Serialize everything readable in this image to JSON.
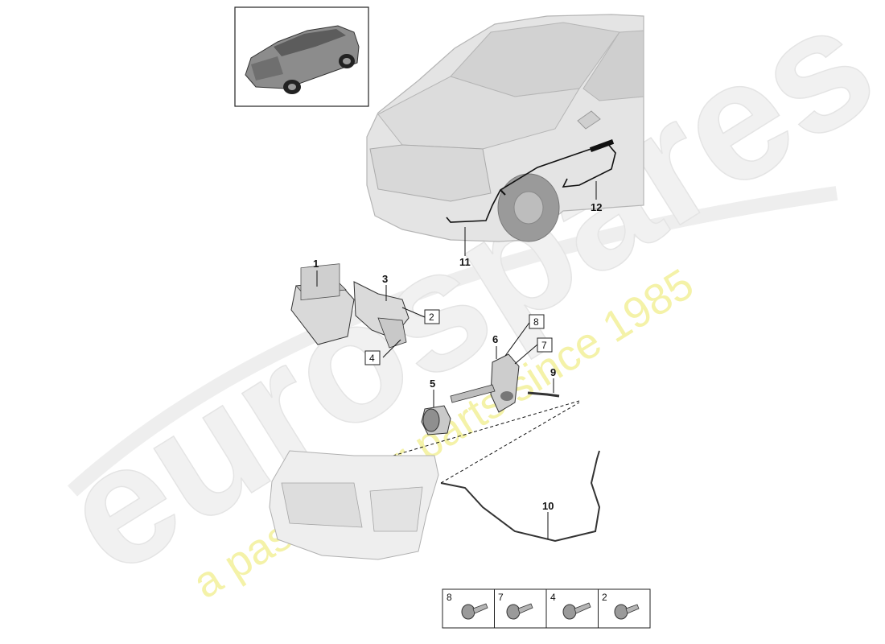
{
  "watermark": {
    "brand": "eurospares",
    "tagline": "a passion for parts since 1985"
  },
  "callouts": {
    "c1": "1",
    "c2": "2",
    "c3": "3",
    "c4": "4",
    "c5": "5",
    "c6": "6",
    "c7": "7",
    "c8": "8",
    "c9": "9",
    "c10": "10",
    "c11": "11",
    "c12": "12"
  },
  "fastener_table": {
    "cells": [
      "8",
      "7",
      "4",
      "2"
    ]
  }
}
